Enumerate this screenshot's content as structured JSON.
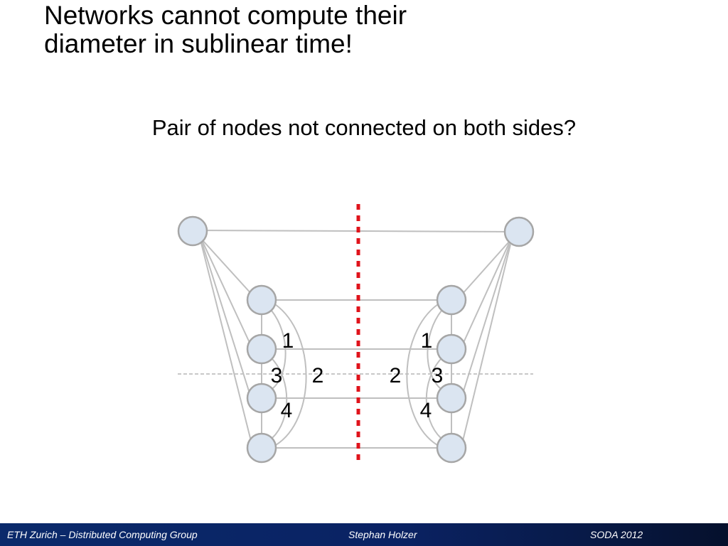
{
  "title": {
    "line1": "Networks cannot compute their",
    "line2": "diameter in sublinear time!"
  },
  "subtitle": "Pair of nodes not connected on both sides?",
  "diagram": {
    "labels_left": [
      "1",
      "3",
      "2",
      "4"
    ],
    "labels_right": [
      "1",
      "2",
      "3",
      "4"
    ],
    "colors": {
      "node_fill": "#dbe5f1",
      "node_stroke": "#a6a6a6",
      "edge": "#bfbfbf",
      "cut_line": "#e0131b",
      "dashed_line": "#a6a6a6"
    }
  },
  "footer": {
    "left": "ETH Zurich – Distributed Computing Group",
    "center": "Stephan Holzer",
    "right": "SODA 2012"
  }
}
